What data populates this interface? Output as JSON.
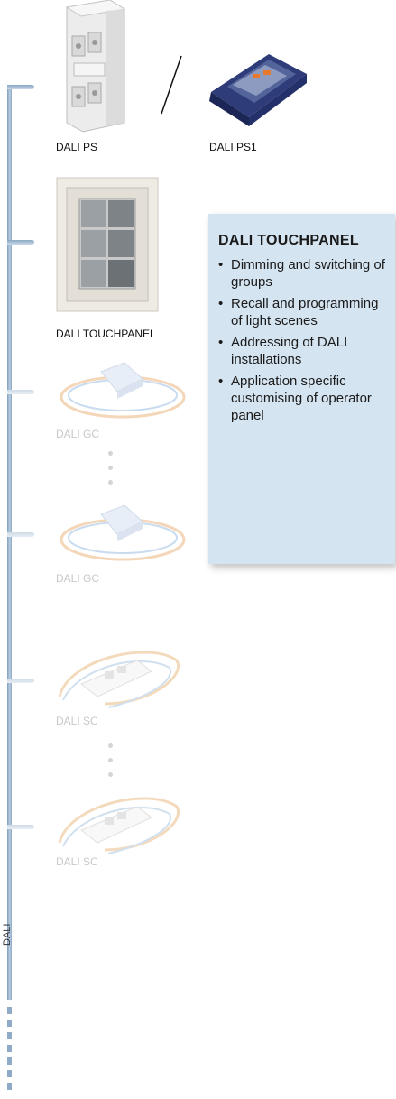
{
  "bus": {
    "label": "DALI"
  },
  "devices": {
    "ps": "DALI PS",
    "ps1": "DALI PS1",
    "touchpanel": "DALI TOUCHPANEL",
    "gc_1": "DALI GC",
    "gc_2": "DALI GC",
    "sc_1": "DALI SC",
    "sc_2": "DALI SC"
  },
  "panel": {
    "title": "DALI TOUCHPANEL",
    "features": [
      "Dimming and switching of groups",
      "Recall and programming of light scenes",
      "Addressing of DALI installations",
      "Application specific customising of operator panel"
    ]
  },
  "colors": {
    "bus": "#8aa8c5",
    "panel_bg": "#d5e4f1"
  },
  "icons": [
    "power-supply-rail-icon",
    "power-supply-unit-icon",
    "touchpanel-icon",
    "group-controller-icon",
    "scene-controller-icon"
  ]
}
